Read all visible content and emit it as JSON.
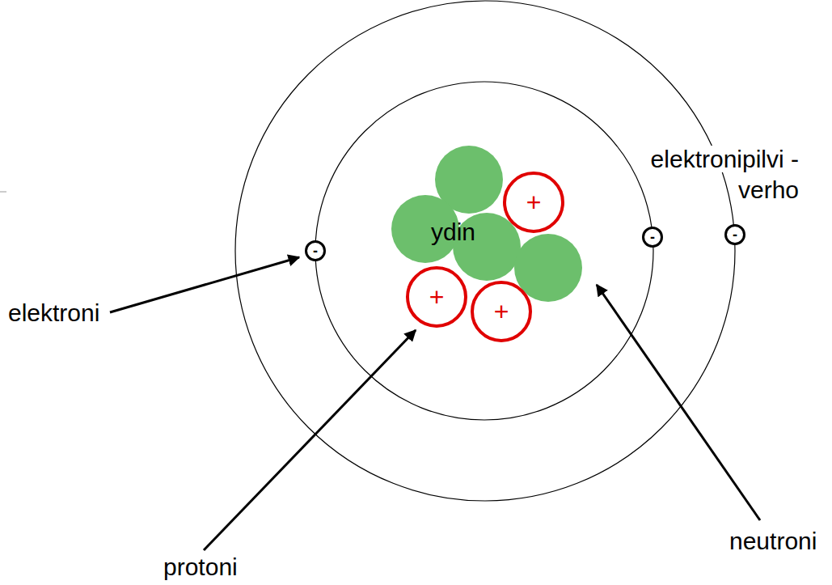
{
  "diagram": {
    "nodes": [
      {
        "text": [
          "+"
        ]
      },
      {
        "text": [
          "-"
        ]
      },
      {
        "text": [
          "-"
        ]
      },
      {
        "text": [
          "-"
        ]
      },
      {
        "text": [
          "+"
        ]
      },
      {
        "text": [
          "+"
        ]
      }
    ],
    "labels": [
      "elektronipilvi -verho",
      "ydin",
      "elektroni",
      "protoni",
      "neutroni"
    ]
  }
}
